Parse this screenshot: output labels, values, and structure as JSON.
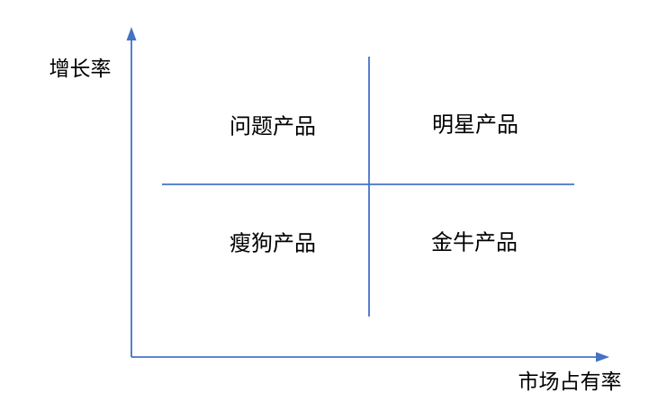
{
  "diagram": {
    "type": "bcg-growth-share-matrix",
    "axes": {
      "y_label": "增长率",
      "x_label": "市场占有率"
    },
    "quadrants": {
      "top_left": "问题产品",
      "top_right": "明星产品",
      "bottom_left": "瘦狗产品",
      "bottom_right": "金牛产品"
    },
    "colors": {
      "line": "#4472C4",
      "text": "#000000"
    }
  }
}
